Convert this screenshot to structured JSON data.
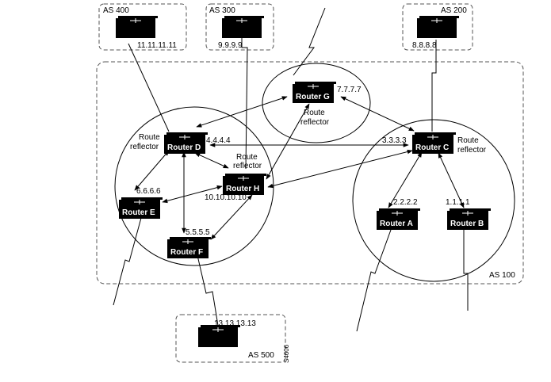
{
  "autonomous_systems": {
    "as400": "AS 400",
    "as300": "AS 300",
    "as200": "AS 200",
    "as100": "AS 100",
    "as500": "AS 500"
  },
  "routers": {
    "router_g": "Router G",
    "router_d": "Router D",
    "router_c": "Router C",
    "router_h": "Router H",
    "router_e": "Router E",
    "router_f": "Router F",
    "router_a": "Router A",
    "router_b": "Router B"
  },
  "addresses": {
    "as400_router": "11.11.11.11",
    "as300_router": "9.9.9.9",
    "as200_router": "8.8.8.8",
    "as500_router": "13.13.13.13",
    "router_g": "7.7.7.7",
    "router_d": "4.4.4.4",
    "router_c": "3.3.3.3",
    "router_h": "10.10.10.10",
    "router_e": "6.6.6.6",
    "router_f": "5.5.5.5",
    "router_a": "2.2.2.2",
    "router_b": "1.1.1.1"
  },
  "labels": {
    "route": "Route",
    "reflector": "reflector"
  },
  "figure_id": "S4606"
}
